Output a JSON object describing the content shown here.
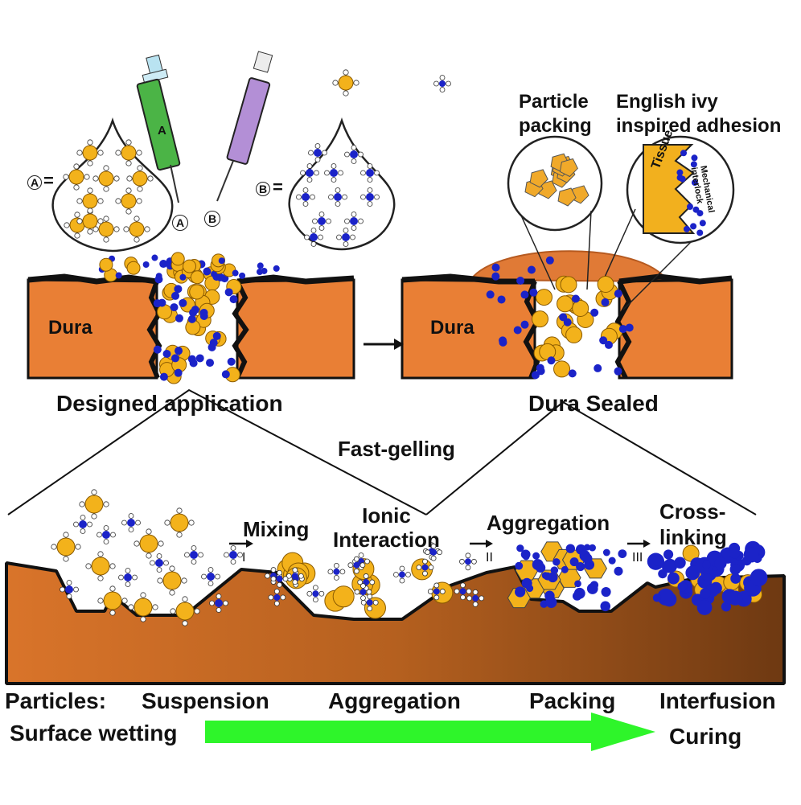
{
  "syringes": {
    "a_label": "A",
    "b_label": "B"
  },
  "legend": {
    "a_eq": "A",
    "b_eq": "B",
    "equals": "="
  },
  "top_left": {
    "tissue_label": "Dura",
    "caption": "Designed application"
  },
  "top_right": {
    "tissue_label": "Dura",
    "caption": "Dura Sealed",
    "inset1_title": "Particle\npacking",
    "inset2_title": "English ivy\ninspired adhesion",
    "inset2_tissue": "Tissue",
    "inset2_note": "Mechanical\ninterlock"
  },
  "middle": {
    "title": "Fast-gelling"
  },
  "steps": {
    "mixing": "Mixing",
    "mixing_num": "I",
    "ionic": "Ionic\nInteraction",
    "aggregation": "Aggregation",
    "aggregation_num": "II",
    "crosslinking": "Cross-\nlinking",
    "crosslinking_num": "III"
  },
  "stage_labels": {
    "particles_label": "Particles:",
    "row1": [
      "Suspension",
      "Aggregation",
      "Packing",
      "Interfusion"
    ],
    "surface_wetting": "Surface wetting",
    "curing": "Curing"
  },
  "colors": {
    "particle_yellow": "#f3b21b",
    "particle_blue": "#1b23c8",
    "dura_orange": "#e97f35",
    "tissue_brown_dark": "#7a3f14",
    "arrow_green": "#2ef52a"
  }
}
